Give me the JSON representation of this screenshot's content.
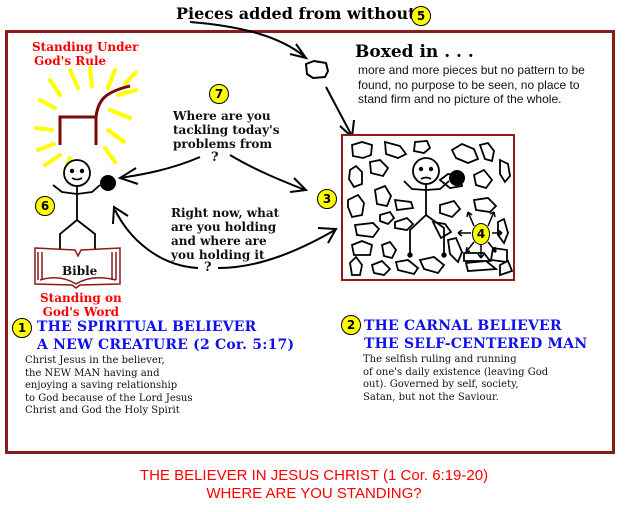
{
  "title": {
    "text": "Pieces added from without",
    "badge": "5"
  },
  "left_figure": {
    "top_caption": [
      "Standing Under",
      "God's Rule"
    ],
    "bottom_caption": [
      "Standing on",
      "God's Word"
    ],
    "book_label": "Bible",
    "badge": "6"
  },
  "question_top": {
    "badge": "7",
    "lines": [
      "Where are you",
      "tackling today's",
      "problems from"
    ],
    "mark": "?"
  },
  "question_bottom": {
    "lines": [
      "Right now, what",
      "are you holding",
      "and where are",
      "you holding it"
    ],
    "mark": "?"
  },
  "boxed_in": {
    "title": "Boxed in . . .",
    "lines": [
      "more and more pieces but no pattern to be",
      "found, no purpose to be seen, no place to",
      "stand firm and no picture of the whole."
    ],
    "badge_box": "3",
    "badge_pieces": "4"
  },
  "spiritual": {
    "badge": "1",
    "title_lines": [
      "THE SPIRITUAL BELIEVER",
      "A NEW CREATURE (2 Cor. 5:17)"
    ],
    "body_lines": [
      "Christ Jesus in the believer,",
      "the NEW MAN having and",
      "enjoying a saving relationship",
      "to God because of the Lord Jesus",
      "Christ and God the Holy Spirit"
    ]
  },
  "carnal": {
    "badge": "2",
    "title_lines": [
      "THE CARNAL BELIEVER",
      "THE SELF-CENTERED MAN"
    ],
    "body_lines": [
      "The selfish ruling and running",
      "of one's daily existence (leaving God",
      "out).  Governed by self, society,",
      "Satan, but not the Saviour."
    ]
  },
  "footer": {
    "lines": [
      "THE BELIEVER IN JESUS CHRIST (1 Cor. 6:19-20)",
      "WHERE ARE YOU STANDING?"
    ]
  },
  "colors": {
    "frame": "#8b1a1a",
    "caption_red": "#ff0000",
    "title_blue": "#1010ee",
    "badge_yellow": "#ffff00",
    "rays_yellow": "#ffff00",
    "throne": "#7a0a0a"
  }
}
